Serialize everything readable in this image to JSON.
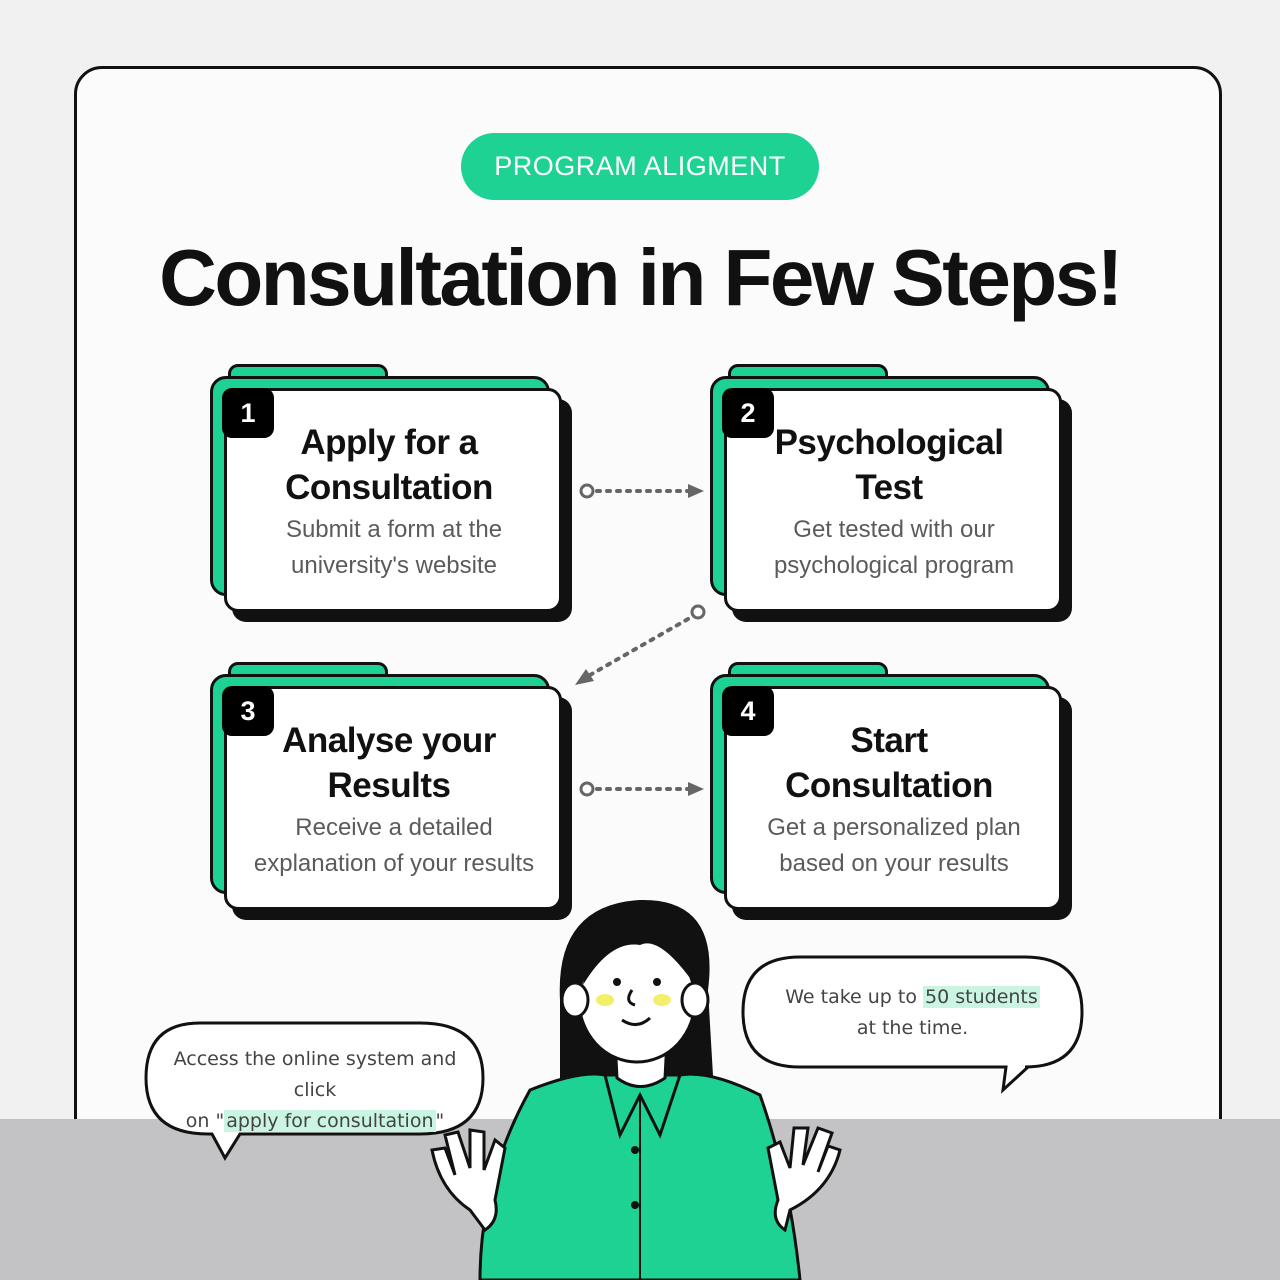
{
  "badge": "PROGRAM ALIGMENT",
  "headline": "Consultation in Few Steps!",
  "steps": [
    {
      "number": "1",
      "title_l1": "Apply for a",
      "title_l2": "Consultation",
      "desc_l1": "Submit a form at the",
      "desc_l2": "university's website"
    },
    {
      "number": "2",
      "title_l1": "Psychological",
      "title_l2": "Test",
      "desc_l1": "Get tested with our",
      "desc_l2": "psychological program"
    },
    {
      "number": "3",
      "title_l1": "Analyse your",
      "title_l2": "Results",
      "desc_l1": "Receive a detailed",
      "desc_l2": "explanation of your results"
    },
    {
      "number": "4",
      "title_l1": "Start",
      "title_l2": "Consultation",
      "desc_l1": "Get a personalized plan",
      "desc_l2": "based on your results"
    }
  ],
  "bubble_left": {
    "line1": "Access the online system and click",
    "line2_pre": "on \"",
    "line2_hl": "apply for consultation",
    "line2_post": "\""
  },
  "bubble_right": {
    "line1_pre": "We take up to ",
    "line1_hl": "50 students",
    "line2": "at the time."
  },
  "colors": {
    "accent": "#1ed294",
    "ink": "#111111",
    "floor": "#c3c3c5",
    "highlight": "#c9f5e2"
  }
}
